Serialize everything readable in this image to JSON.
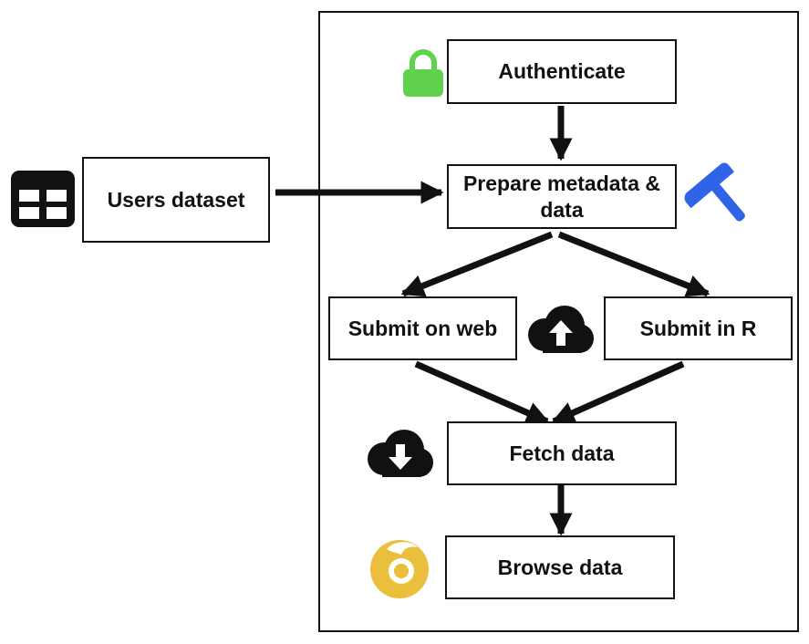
{
  "nodes": {
    "users_dataset": "Users dataset",
    "authenticate": "Authenticate",
    "prepare": "Prepare metadata & data",
    "submit_web": "Submit on web",
    "submit_r": "Submit in R",
    "fetch": "Fetch data",
    "browse": "Browse data"
  },
  "icons": {
    "table": "table-icon",
    "lock": "lock-icon",
    "hammer": "hammer-icon",
    "upload": "cloud-upload-icon",
    "download": "cloud-download-icon",
    "browser": "browser-icon"
  },
  "colors": {
    "lock": "#5fd14a",
    "hammer": "#2f63e8",
    "browser": "#eabf3c",
    "ink": "#111111"
  }
}
